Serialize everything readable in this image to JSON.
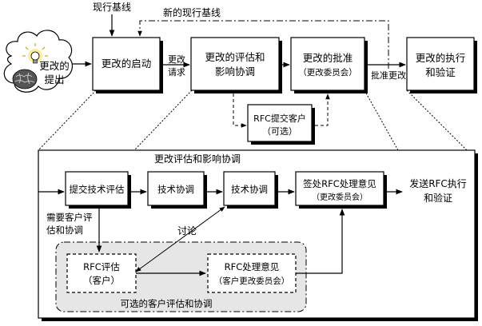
{
  "baselines": {
    "current": "现行基线",
    "new": "新的现行基线"
  },
  "idea": {
    "line1": "更改的",
    "line2": "提出"
  },
  "top_boxes": {
    "initiate": "更改的启动",
    "evaluate_line1": "更改的评估和",
    "evaluate_line2": "影响协调",
    "approve_line1": "更改的批准",
    "approve_line2": "（更改委员会）",
    "execute_line1": "更改的执行",
    "execute_line2": "和验证"
  },
  "top_arrows": {
    "request_line1": "更改",
    "request_line2": "请求",
    "approved": "批准更改"
  },
  "optional_submit": {
    "line1": "RFC提交客户",
    "line2": "（可选）"
  },
  "detail": {
    "title": "更改评估和影响协调",
    "submit_eval": "提交技术评估",
    "tech_coord_1": "技术协调",
    "tech_coord_2": "技术协调",
    "sign_line1": "签处RFC处理意见",
    "sign_line2": "（更改委员会）",
    "send_line1": "发送RFC执行",
    "send_line2": "和验证",
    "need_line1": "需要客户评",
    "need_line2": "估和协调",
    "discuss": "讨论",
    "rfc_eval_line1": "RFC评估",
    "rfc_eval_line2": "（客户）",
    "rfc_opinion_line1": "RFC处理意见",
    "rfc_opinion_line2": "（客户更改委员会）",
    "optional_group": "可选的客户评估和协调"
  },
  "colors": {
    "line": "#000000",
    "shadow": "#000000",
    "group_fill": "#e6e6e6",
    "bulb_glow": "#f2e24a"
  }
}
